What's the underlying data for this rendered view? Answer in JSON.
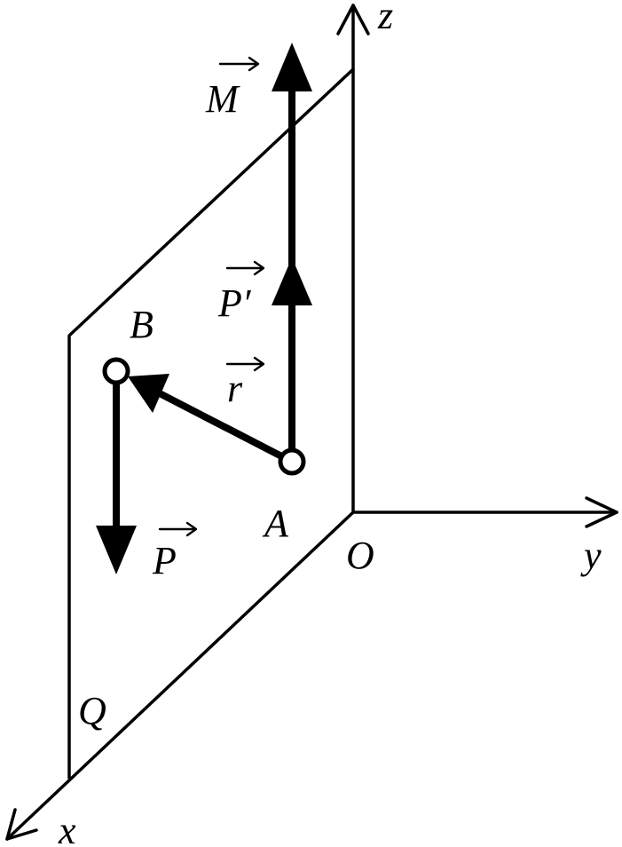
{
  "axes": {
    "x": "x",
    "y": "y",
    "z": "z",
    "origin": "O"
  },
  "plane": {
    "label": "Q"
  },
  "points": {
    "a": "A",
    "b": "B"
  },
  "vectors": {
    "m": "M",
    "p_prime": "P′",
    "r": "r",
    "p": "P"
  },
  "colors": {
    "ink": "#000000",
    "background": "#ffffff"
  }
}
